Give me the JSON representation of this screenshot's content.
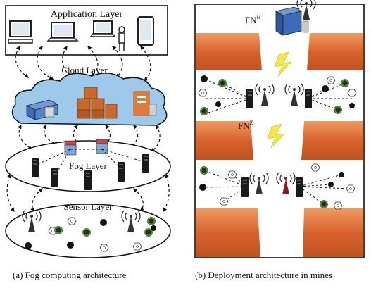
{
  "left_panel": {
    "application_layer": "Application Layer",
    "cloud_layer": "Cloud Layer",
    "fog_layer": "Fog Layer",
    "sensor_layer": "Sensor Layer"
  },
  "right_panel": {
    "fn_h": {
      "base": "FN",
      "sup": "H"
    },
    "fn_z": {
      "base": "FN",
      "sup": "Z"
    }
  },
  "captions": {
    "a": "(a) Fog computing architecture",
    "b": "(b) Deployment architecture in mines"
  },
  "colors": {
    "rock": "#d9632e",
    "rock_light": "#e98a52",
    "cloud": "#9ec9ea",
    "sensor_green": "#3f7a2c",
    "lightning": "#f3e84a",
    "server_blue": "#3e6bb8",
    "server_orange": "#c96a2a"
  },
  "icons": [
    "desktop-icon",
    "laptop-icon",
    "user-icon",
    "tablet-icon",
    "server-icon",
    "radio-tower-icon",
    "lightning-icon"
  ]
}
